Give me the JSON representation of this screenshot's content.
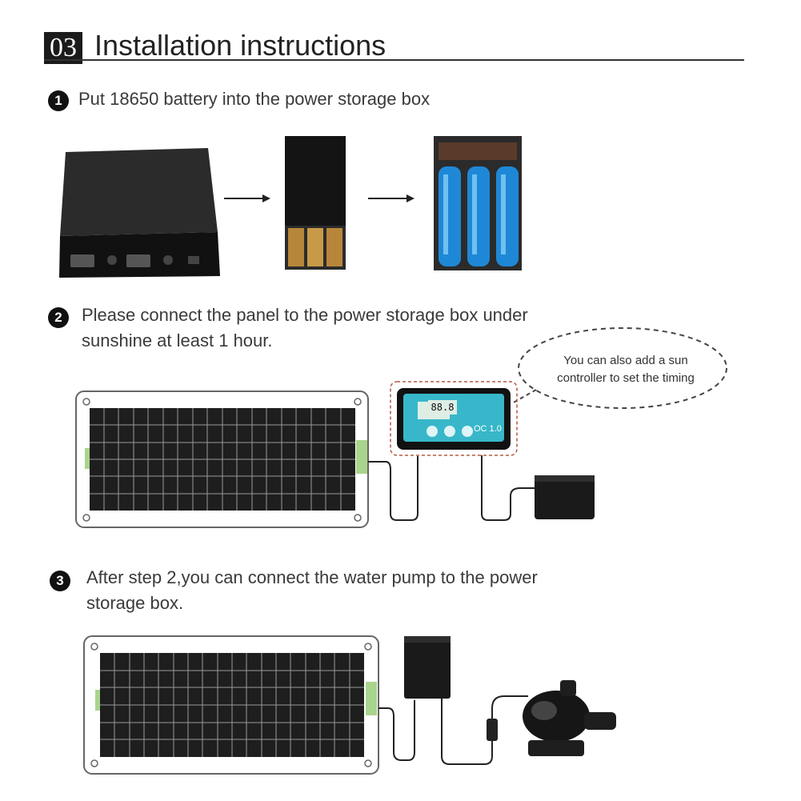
{
  "header": {
    "number": "03",
    "title": "Installation instructions"
  },
  "steps": [
    {
      "number": "1",
      "line1": "Put 18650 battery into the power storage box"
    },
    {
      "number": "2",
      "line1": "Please connect the panel to the power storage box under",
      "line2": "sunshine at least 1 hour."
    },
    {
      "number": "3",
      "line1": "After step 2,you can connect the water pump to the power",
      "line2": "storage box."
    }
  ],
  "callout": {
    "line1": "You can also add a sun",
    "line2": "controller to set the timing"
  },
  "controller": {
    "display": "88.8",
    "button_label": "OC 1.0"
  },
  "colors": {
    "battery_blue": "#1f88d6",
    "controller_teal": "#37b7c9",
    "badge_bg": "#1b1b1b",
    "panel_cell": "#1e1e1e"
  }
}
